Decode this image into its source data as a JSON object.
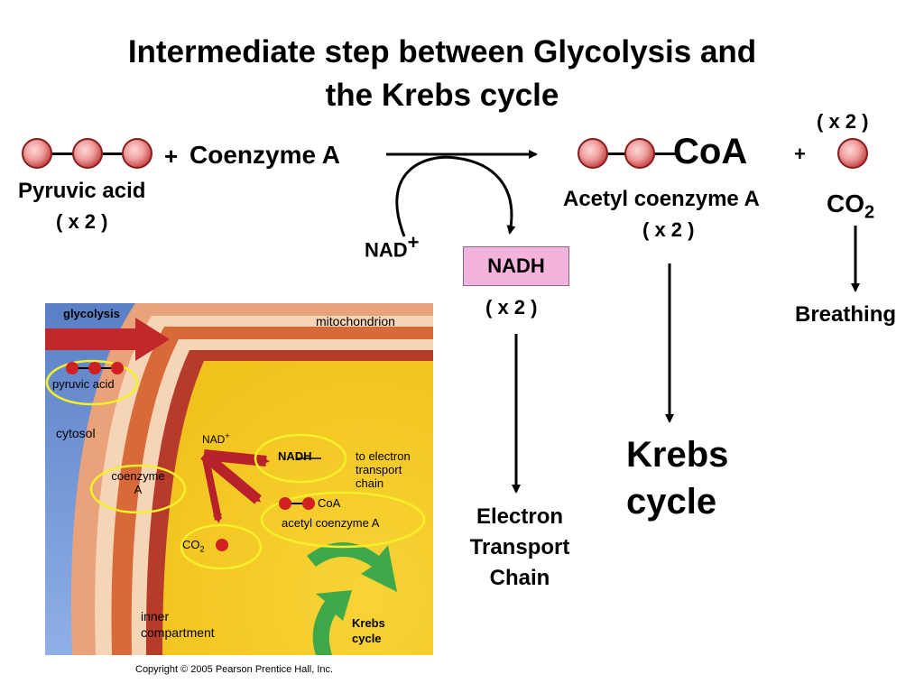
{
  "title_line1": "Intermediate step between Glycolysis and",
  "title_line2": "the Krebs cycle",
  "reaction": {
    "plus1": "+",
    "coenzyme": "Coenzyme A",
    "pyruvic_acid": "Pyruvic acid",
    "pyruvic_mult": "( x 2 )",
    "coa": "CoA",
    "acetyl": "Acetyl coenzyme A",
    "acetyl_mult": "( x 2 )",
    "plus2": "+",
    "co2_mult": "( x 2 )",
    "co2": "CO",
    "co2_sub": "2",
    "nad": "NAD",
    "nad_sup": "+",
    "nadh": "NADH",
    "nadh_mult": "( x 2 )"
  },
  "outcomes": {
    "breathing": "Breathing",
    "krebs_line1": "Krebs",
    "krebs_line2": "cycle",
    "etc_line1": "Electron",
    "etc_line2": "Transport",
    "etc_line3": "Chain"
  },
  "figure": {
    "glycolysis": "glycolysis",
    "mitochondrion": "mitochondrion",
    "pyruvic_acid": "pyruvic acid",
    "cytosol": "cytosol",
    "nad": "NAD",
    "nad_sup": "+",
    "nadh": "NADH",
    "to_etc_1": "to electron",
    "to_etc_2": "transport",
    "to_etc_3": "chain",
    "coenzyme_1": "coenzyme",
    "coenzyme_2": "A",
    "coa": "CoA",
    "acetyl": "acetyl coenzyme A",
    "co2": "CO",
    "co2_sub": "2",
    "inner_1": "inner",
    "inner_2": "compartment",
    "krebs_1": "Krebs",
    "krebs_2": "cycle"
  },
  "copyright": "Copyright © 2005 Pearson Prentice Hall, Inc."
}
